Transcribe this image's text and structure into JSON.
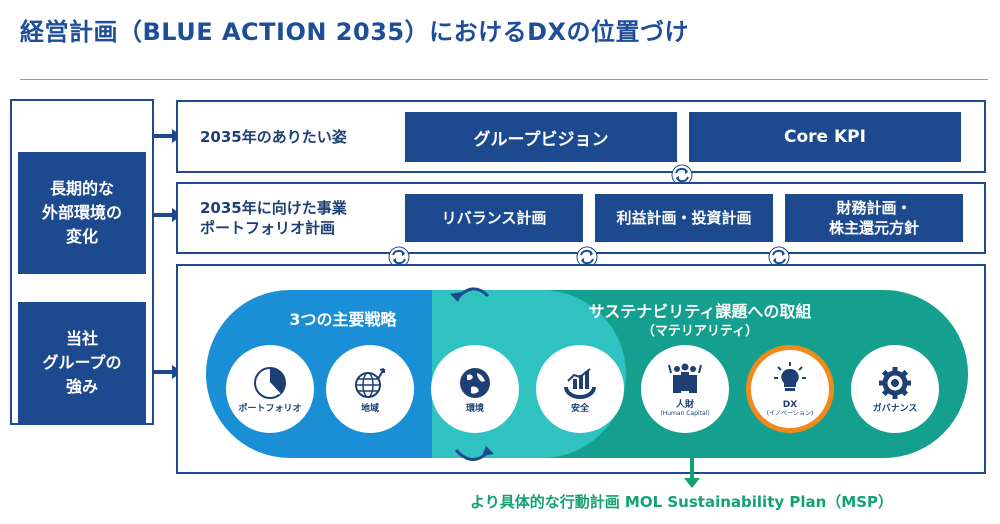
{
  "header": {
    "title": "経営計画（BLUE ACTION 2035）におけるDXの位置づけ"
  },
  "left_panel": {
    "external": "長期的な\n外部環境の\n変化",
    "strengths": "当社\nグループの\n強み"
  },
  "vision_row": {
    "label": "2035年のありたい姿",
    "boxes": [
      "グループビジョン",
      "Core KPI"
    ]
  },
  "portfolio_row": {
    "label": "2035年に向けた事業\nポートフォリオ計画",
    "boxes": [
      "リバランス計画",
      "利益計画・投資計画",
      "財務計画・\n株主還元方針"
    ]
  },
  "strategy": {
    "heading": "3つの主要戦略"
  },
  "sustainability": {
    "heading": "サステナビリティ課題への取組",
    "sub": "（マテリアリティ）"
  },
  "circles": [
    {
      "label": "ポートフォリオ",
      "icon": "pie-chart-icon"
    },
    {
      "label": "地域",
      "icon": "globe-grid-icon"
    },
    {
      "label": "環境",
      "icon": "earth-icon"
    },
    {
      "label": "安全",
      "icon": "safety-ring-icon"
    },
    {
      "label": "人財",
      "sub": "(Human Capital)",
      "icon": "people-icon"
    },
    {
      "label": "DX",
      "sub": "(イノベーション)",
      "icon": "lightbulb-icon"
    },
    {
      "label": "ガバナンス",
      "icon": "gear-icon"
    }
  ],
  "footer": {
    "text": "より具体的な行動計画 MOL Sustainability Plan（MSP）"
  },
  "colors": {
    "navy": "#1d4a8f",
    "strategy_blue": "#1b8fd6",
    "sustainability_green": "#149f8e",
    "overlap": "#2fc2c0",
    "highlight_orange": "#f08a1c",
    "footer_green": "#12a36f"
  }
}
